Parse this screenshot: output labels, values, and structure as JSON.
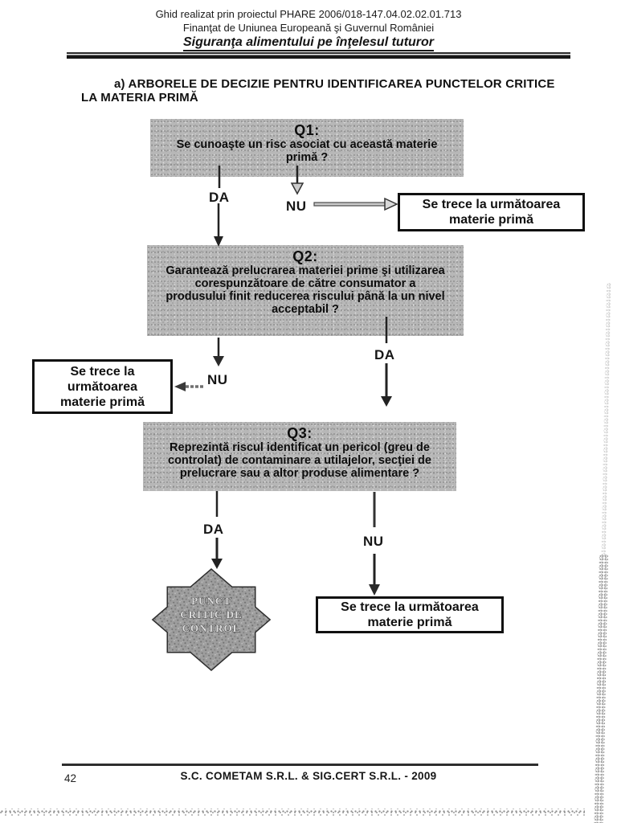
{
  "header": {
    "line1": "Ghid realizat prin proiectul PHARE 2006/018-147.04.02.02.01.713",
    "line2": "Finanţat de Uniunea Europeană şi Guvernul României",
    "line3": "Siguranţa alimentului pe înţelesul tuturor"
  },
  "title": {
    "line1": "a) ARBORELE DE DECIZIE PENTRU IDENTIFICAREA PUNCTELOR CRITICE",
    "line2": "LA MATERIA PRIMĂ"
  },
  "flowchart": {
    "q1": {
      "title": "Q1:",
      "lines": [
        "Se cunoaşte un risc asociat cu această materie",
        "primă ?"
      ]
    },
    "q2": {
      "title": "Q2:",
      "lines": [
        "Garantează prelucrarea materiei prime şi utilizarea",
        "corespunzătoare de către consumator a",
        "produsului finit reducerea riscului până la un nivel",
        "acceptabil ?"
      ]
    },
    "q3": {
      "title": "Q3:",
      "lines": [
        "Reprezintă riscul identificat un pericol (greu de",
        "controlat) de contaminare a utilajelor, secţiei de",
        "prelucrare sau a altor produse alimentare ?"
      ]
    },
    "labels": {
      "da": "DA",
      "nu": "NU"
    },
    "next_box_right1": {
      "lines": [
        "Se trece la următoarea",
        "materie primă"
      ]
    },
    "next_box_left": {
      "lines": [
        "Se trece la",
        "următoarea",
        "materie primă"
      ]
    },
    "next_box_right2": {
      "lines": [
        "Se trece la următoarea",
        "materie primă"
      ]
    },
    "ccp_star": {
      "lines": [
        "PUNCT",
        "CRITIC DE",
        "CONTROL"
      ]
    }
  },
  "footer": {
    "page_number": "42",
    "text": "S.C. COMETAM S.R.L. & SIG.CERT S.R.L. - 2009"
  },
  "colors": {
    "box_gray": "#b7b7b7",
    "star_gray": "#9d9d9d",
    "ink": "#151515"
  }
}
